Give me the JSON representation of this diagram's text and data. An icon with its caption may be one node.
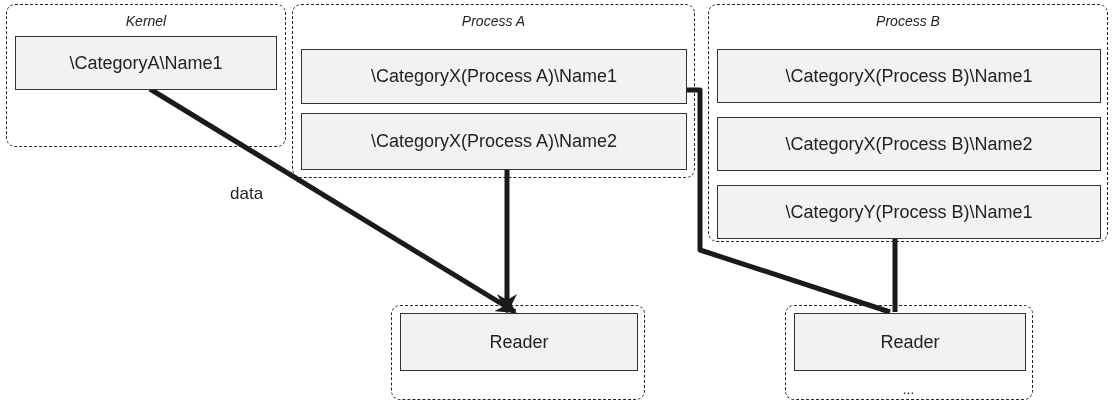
{
  "diagram": {
    "nodes": [
      {
        "text": [
          "Kernel"
        ]
      },
      {
        "text": [
          "\\CategoryA\\Name1"
        ],
        "in": 0
      },
      {
        "text": [
          "Process A"
        ]
      },
      {
        "text": [
          "\\CategoryX(Process A)\\Name1"
        ],
        "in": 2
      },
      {
        "text": [
          "\\CategoryX(Process A)\\Name2"
        ],
        "in": 2
      },
      {
        "text": [
          "Process B"
        ]
      },
      {
        "text": [
          "\\CategoryX(Process B)\\Name1"
        ],
        "in": 5
      },
      {
        "text": [
          "\\CategoryX(Process B)\\Name2"
        ],
        "in": 5
      },
      {
        "text": [
          "\\CategoryY(Process B)\\Name1"
        ],
        "in": 5
      },
      {
        "text": [],
        "shape": "box"
      },
      {
        "text": [
          "Reader"
        ],
        "in": 9
      },
      {
        "text": [
          "..."
        ]
      },
      {
        "text": [
          "Reader"
        ],
        "in": 11
      }
    ],
    "edges": [
      {
        "from": 1,
        "to": 10,
        "arrow": "to",
        "label": "data"
      },
      {
        "from": 4,
        "to": 10,
        "arrow": "to"
      },
      {
        "from": 3,
        "to": 12,
        "arrow": "none"
      },
      {
        "from": 8,
        "to": 12,
        "arrow": "none"
      }
    ]
  }
}
